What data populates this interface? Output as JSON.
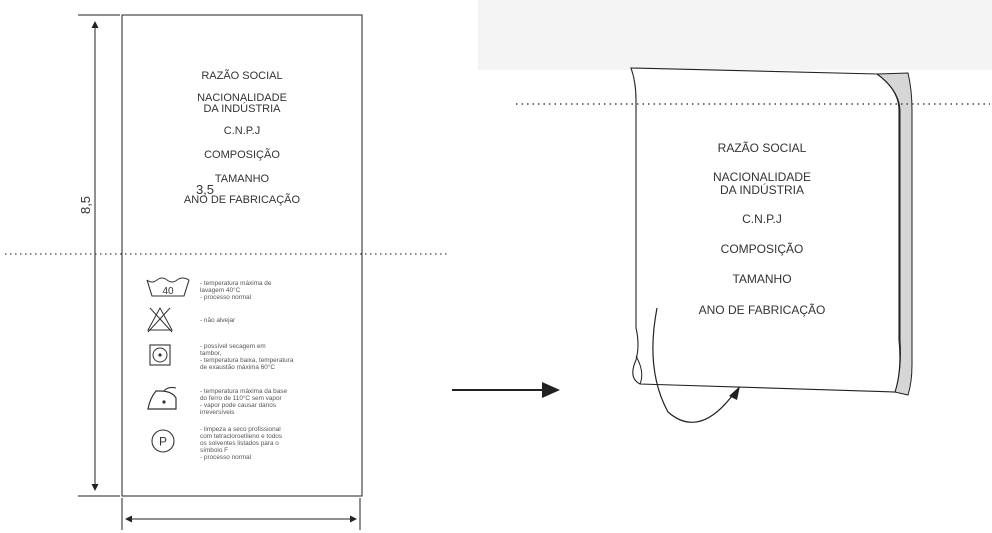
{
  "dimensions": {
    "height_label": "8,5",
    "width_label": "3,5"
  },
  "label_fields": [
    "RAZÃO SOCIAL",
    "NACIONALIDADE",
    "DA INDÚSTRIA",
    "C.N.P.J",
    "COMPOSIÇÃO",
    "TAMANHO",
    "ANO DE FABRICAÇÃO"
  ],
  "care_instructions": {
    "wash": {
      "symbol_text": "40",
      "lines": [
        "- temperatura máxima de",
        "lavagem 40°C",
        "- processo normal"
      ]
    },
    "bleach": {
      "lines": [
        "- não alvejar"
      ]
    },
    "dry": {
      "lines": [
        "- possível secagem em",
        "tambor,",
        "- temperatura baixa, temperatura",
        "de exaustão máxima 60°C"
      ]
    },
    "iron": {
      "lines": [
        "- temperatura máxima da base",
        "do ferro de 110°C sem vapor",
        "- vapor pode causar danos",
        "irreversíveis"
      ]
    },
    "dryclean": {
      "symbol_text": "P",
      "lines": [
        "- limpeza a seco profissional",
        "com tetracloroetileno e todos",
        "os solventes listados para o",
        "símbolo F",
        "- processo normal"
      ]
    }
  },
  "folded_label_fields": [
    "RAZÃO SOCIAL",
    "NACIONALIDADE",
    "DA INDÚSTRIA",
    "C.N.P.J",
    "COMPOSIÇÃO",
    "TAMANHO",
    "ANO DE FABRICAÇÃO"
  ],
  "icons": [
    "wash-tub-icon",
    "no-bleach-icon",
    "tumble-dry-icon",
    "iron-icon",
    "dry-clean-icon",
    "right-arrow-icon",
    "fold-arrow-icon"
  ],
  "colors": {
    "line": "#222222",
    "dotted": "#444444",
    "fold_shadow": "#d6d6d6",
    "backdrop": "#f4f4f4"
  }
}
